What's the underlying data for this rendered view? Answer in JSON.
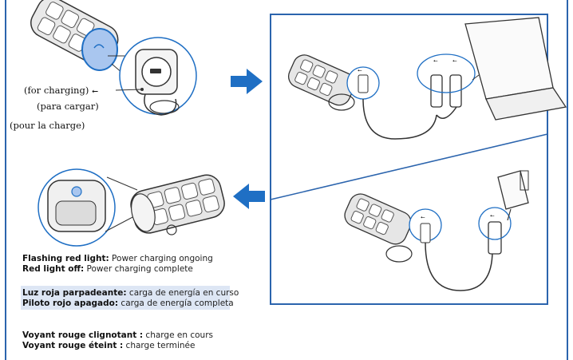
{
  "labels": {
    "charging_en": "(for charging)",
    "charging_es": "(para cargar)",
    "charging_fr": "(pour la charge)",
    "usb_symbol": "⭠"
  },
  "captions": {
    "en": [
      {
        "bold": "Flashing red light:",
        "text": " Power charging ongoing"
      },
      {
        "bold": "Red light off:",
        "text": " Power charging complete"
      }
    ],
    "es": [
      {
        "bold": "Luz roja parpadeante:",
        "text": " carga de energía en curso"
      },
      {
        "bold": "Piloto rojo apagado:",
        "text": " carga de energía completa"
      }
    ],
    "fr": [
      {
        "bold": "Voyant rouge clignotant :",
        "text": " charge en cours"
      },
      {
        "bold": "Voyant rouge éteint :",
        "text": " charge terminée"
      }
    ]
  },
  "icons": {
    "arrow_right": "arrow-right-icon",
    "arrow_left": "arrow-left-icon",
    "usb": "usb-icon"
  },
  "colors": {
    "accent_blue": "#1f6fc4",
    "frame_blue": "#2b64ad",
    "highlight_bg": "#dde6f4",
    "line_art": "#333333"
  }
}
